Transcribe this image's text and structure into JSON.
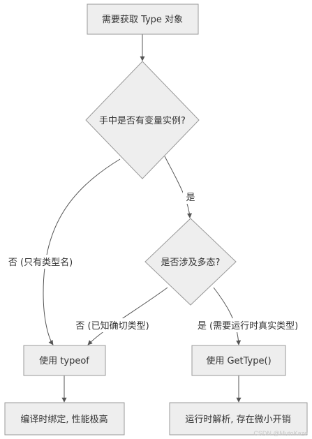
{
  "nodes": {
    "start": "需要获取 Type 对象",
    "has_instance": "手中是否有变量实例?",
    "polymorphism": "是否涉及多态?",
    "use_typeof": "使用 typeof",
    "use_gettype": "使用 GetType()",
    "typeof_result": "编译时绑定, 性能极高",
    "gettype_result": "运行时解析, 存在微小开销"
  },
  "edges": {
    "has_instance_yes": "是",
    "has_instance_no": "否 (只有类型名)",
    "poly_no": "否 (已知确切类型)",
    "poly_yes": "是 (需要运行时真实类型)"
  },
  "colors": {
    "node_fill": "#eeeeee",
    "node_stroke": "#999999",
    "edge": "#555555",
    "text": "#333333"
  },
  "watermark": "CSDN @MutoKaze"
}
